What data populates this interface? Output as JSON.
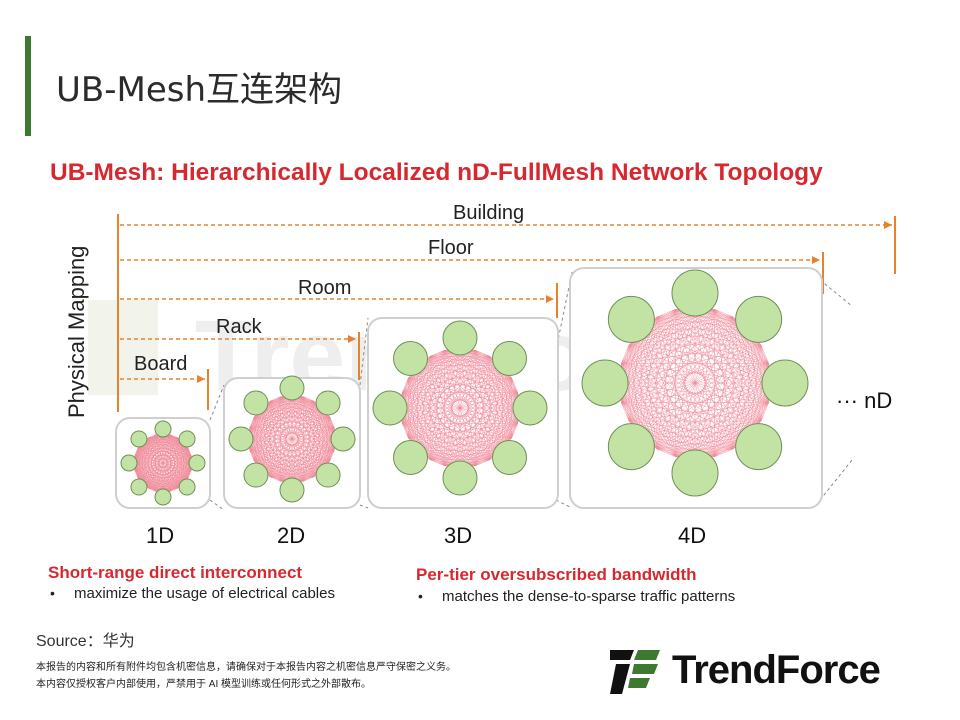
{
  "page": {
    "title": "UB-Mesh互连架构"
  },
  "figure": {
    "heading": "UB-Mesh: Hierarchically Localized nD-FullMesh Network Topology",
    "watermark": "TrendForce",
    "physical_mapping_label": "Physical Mapping",
    "tiers": [
      "Building",
      "Floor",
      "Room",
      "Rack",
      "Board"
    ],
    "dims": [
      "1D",
      "2D",
      "3D",
      "4D"
    ],
    "nd_label": "··· nD",
    "notes": [
      {
        "title": "Short-range direct interconnect",
        "bullet": "maximize the usage of electrical cables"
      },
      {
        "title": "Per-tier oversubscribed bandwidth",
        "bullet": "matches the dense-to-sparse traffic patterns"
      }
    ],
    "colors": {
      "heading": "#d7282f",
      "arrow": "#e8822a",
      "node_fill": "#c3e3a4",
      "node_stroke": "#6f8f5a",
      "mesh": "#f08a9a"
    }
  },
  "footer": {
    "source": "Source：华为",
    "notice_lines": [
      "本报告的内容和所有附件均包含机密信息，请确保对于本报告内容之机密信息严守保密之义务。",
      "本内容仅授权客户内部使用，严禁用于 AI 模型训练或任何形式之外部散布。"
    ],
    "logo_text": "TrendForce"
  }
}
